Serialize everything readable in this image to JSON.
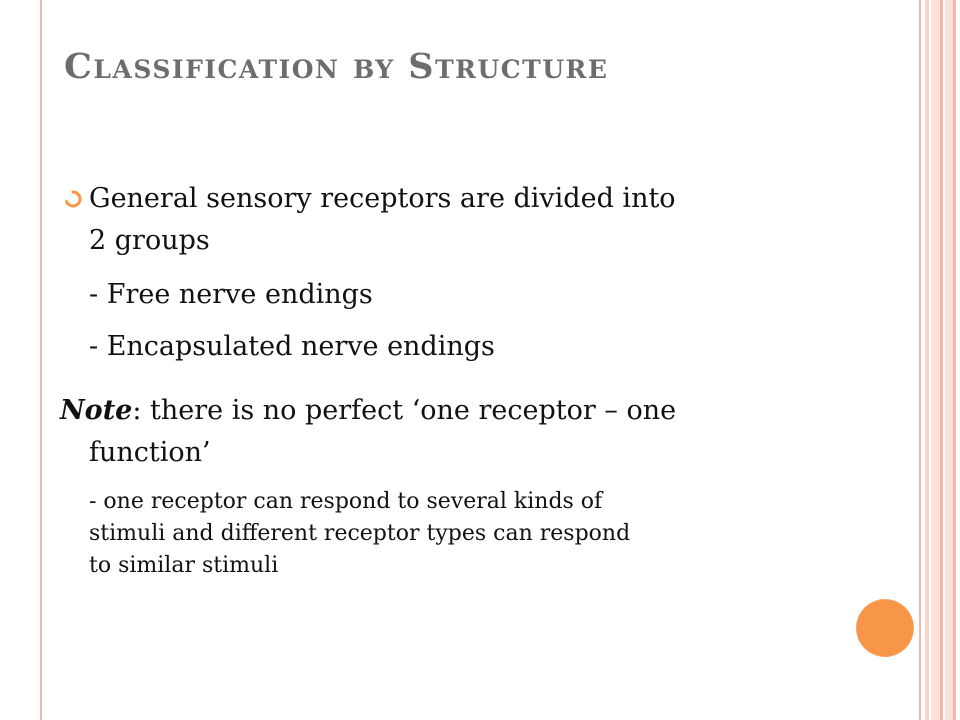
{
  "slide": {
    "title": "Classification by Structure",
    "bullet": {
      "line_1": "General sensory receptors are divided into",
      "line_2": "2 groups",
      "sub_items": [
        "- Free nerve endings",
        "- Encapsulated nerve endings"
      ]
    },
    "note": {
      "label": "Note",
      "colon_text": ":  there is no perfect ‘one receptor – one",
      "continuation": "function’",
      "detail_lines": [
        "- one receptor can respond to several kinds of",
        "stimuli and different receptor types can respond",
        "to similar stimuli"
      ]
    }
  },
  "colors": {
    "title": "#6d6d6d",
    "accent_orange": "#f79646",
    "stripe_salmon": "#f2b8ac",
    "stripe_light": "#fbe1d6"
  }
}
